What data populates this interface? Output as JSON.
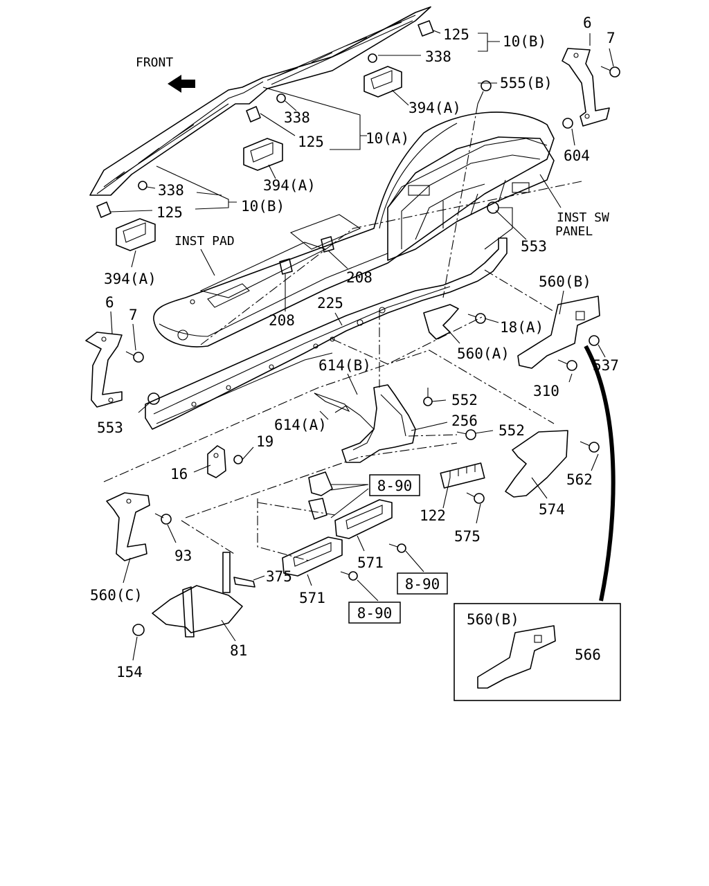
{
  "diagram": {
    "front_label": "FRONT",
    "inst_pad_label": "INST PAD",
    "inst_sw_panel_label": [
      "INST SW",
      "PANEL"
    ],
    "part_labels": [
      {
        "id": "p125a",
        "text": "125"
      },
      {
        "id": "p10b_top",
        "text": "10(B)"
      },
      {
        "id": "p338a",
        "text": "338"
      },
      {
        "id": "p555b",
        "text": "555(B)"
      },
      {
        "id": "p394a_top",
        "text": "394(A)"
      },
      {
        "id": "p6_top",
        "text": "6"
      },
      {
        "id": "p7_top",
        "text": "7"
      },
      {
        "id": "p604",
        "text": "604"
      },
      {
        "id": "p338b",
        "text": "338"
      },
      {
        "id": "p125b",
        "text": "125"
      },
      {
        "id": "p10a",
        "text": "10(A)"
      },
      {
        "id": "p394a_mid",
        "text": "394(A)"
      },
      {
        "id": "p338c",
        "text": "338"
      },
      {
        "id": "p125c",
        "text": "125"
      },
      {
        "id": "p10b_left",
        "text": "10(B)"
      },
      {
        "id": "p394a_left",
        "text": "394(A)"
      },
      {
        "id": "p553_right",
        "text": "553"
      },
      {
        "id": "p208_right",
        "text": "208"
      },
      {
        "id": "p208_left",
        "text": "208"
      },
      {
        "id": "p225",
        "text": "225"
      },
      {
        "id": "p560b_top",
        "text": "560(B)"
      },
      {
        "id": "p18a",
        "text": "18(A)"
      },
      {
        "id": "p560a",
        "text": "560(A)"
      },
      {
        "id": "p537",
        "text": "537"
      },
      {
        "id": "p310",
        "text": "310"
      },
      {
        "id": "p6_left",
        "text": "6"
      },
      {
        "id": "p7_left",
        "text": "7"
      },
      {
        "id": "p614b",
        "text": "614(B)"
      },
      {
        "id": "p552_top",
        "text": "552"
      },
      {
        "id": "p256",
        "text": "256"
      },
      {
        "id": "p552_mid",
        "text": "552"
      },
      {
        "id": "p553_left",
        "text": "553"
      },
      {
        "id": "p614a",
        "text": "614(A)"
      },
      {
        "id": "p19",
        "text": "19"
      },
      {
        "id": "p16",
        "text": "16"
      },
      {
        "id": "p562",
        "text": "562"
      },
      {
        "id": "p574",
        "text": "574"
      },
      {
        "id": "p122",
        "text": "122"
      },
      {
        "id": "p575",
        "text": "575"
      },
      {
        "id": "p93",
        "text": "93"
      },
      {
        "id": "p571_right",
        "text": "571"
      },
      {
        "id": "p571_left",
        "text": "571"
      },
      {
        "id": "p375",
        "text": "375"
      },
      {
        "id": "p560c",
        "text": "560(C)"
      },
      {
        "id": "p81",
        "text": "81"
      },
      {
        "id": "p154",
        "text": "154"
      },
      {
        "id": "p560b_inset",
        "text": "560(B)"
      },
      {
        "id": "p566",
        "text": "566"
      }
    ],
    "reference_boxes": [
      {
        "id": "ref1",
        "text": "8-90"
      },
      {
        "id": "ref2",
        "text": "8-90"
      },
      {
        "id": "ref3",
        "text": "8-90"
      }
    ]
  }
}
